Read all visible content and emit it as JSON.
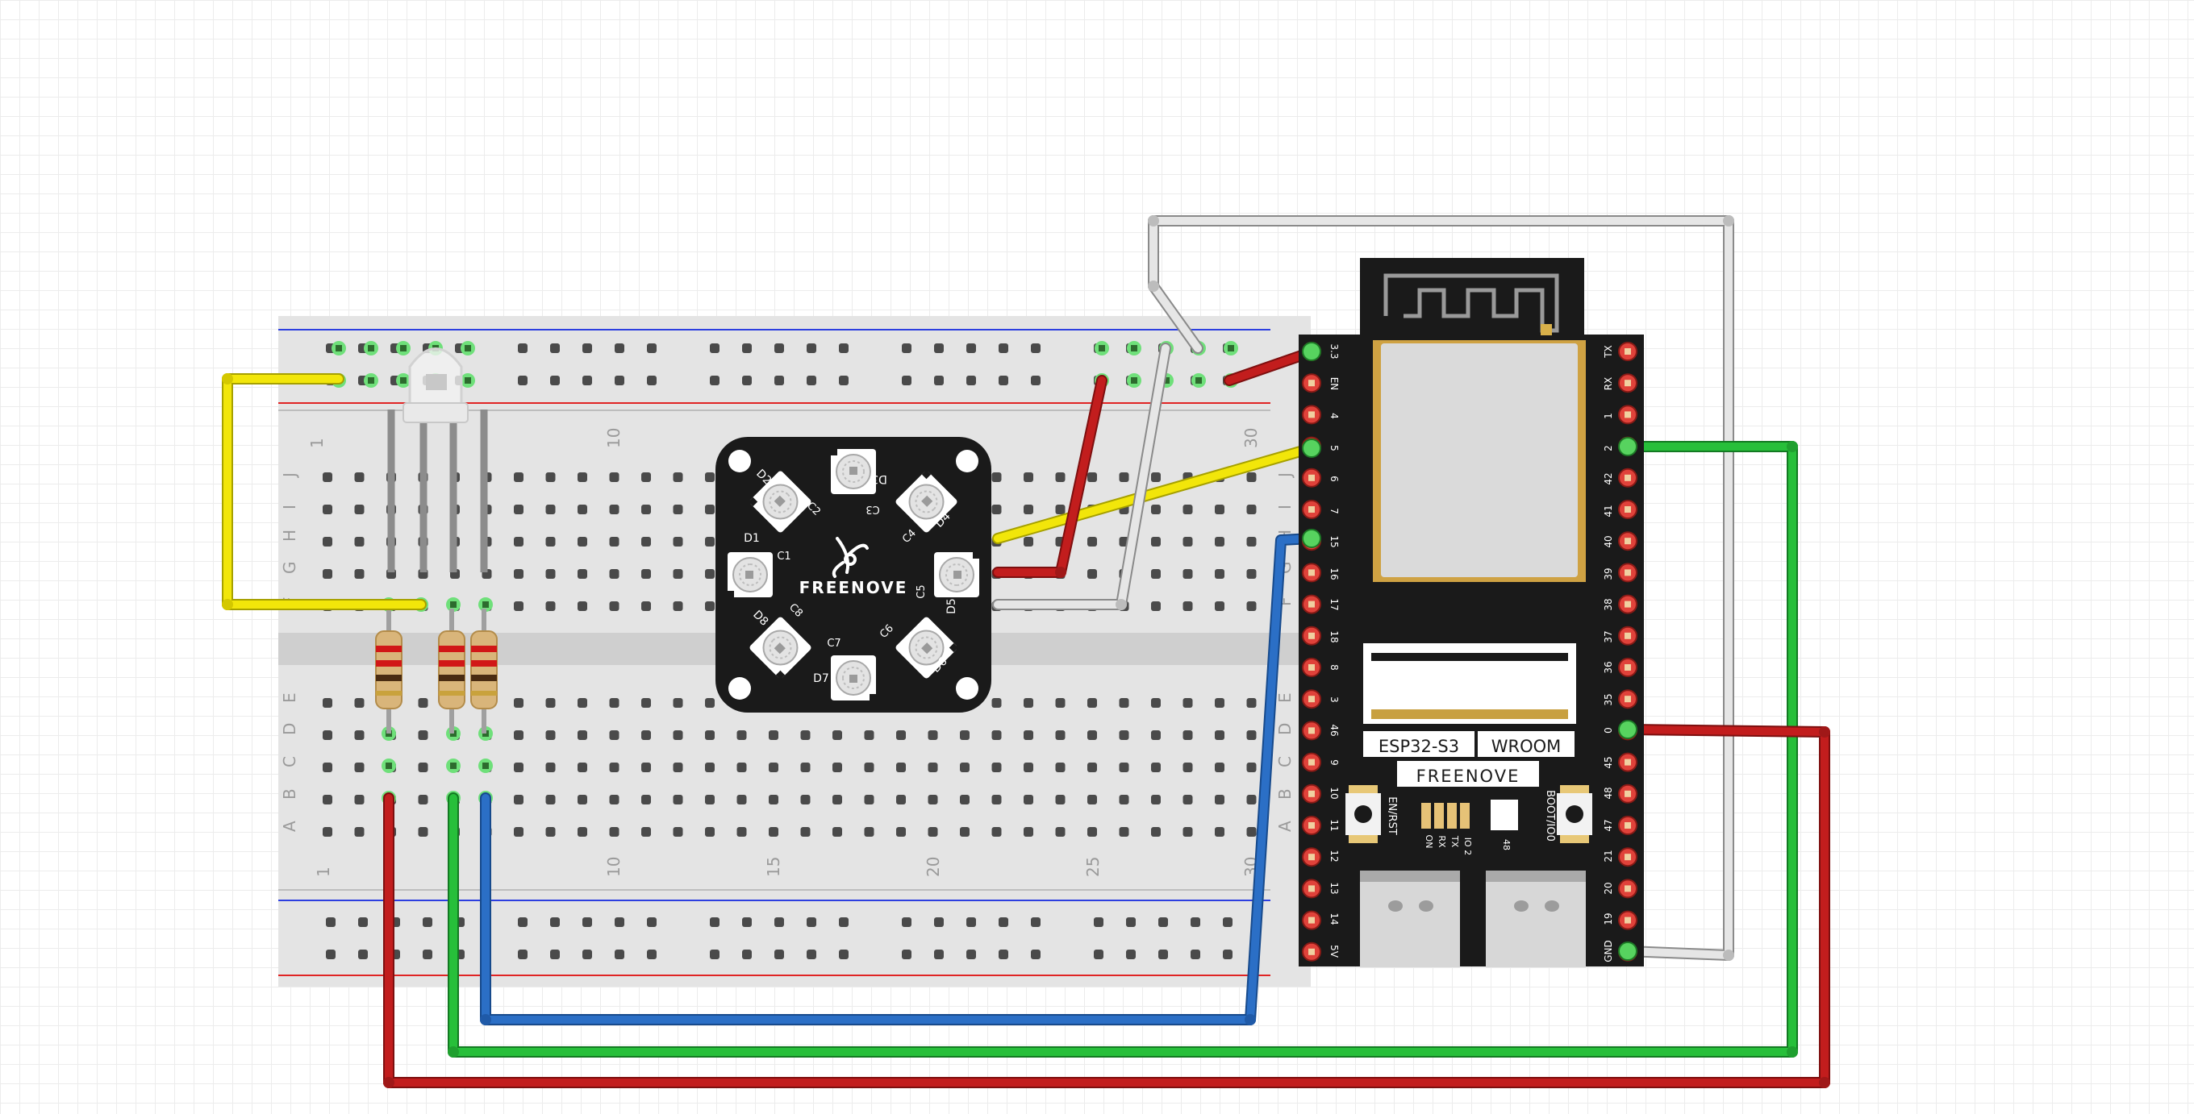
{
  "breadboard": {
    "columns_top": [
      "1",
      "10",
      "",
      "",
      "",
      "",
      "",
      "30"
    ],
    "columns_bottom": [
      "1",
      "10",
      "15",
      "20",
      "25",
      "30"
    ],
    "rows_top": [
      "J",
      "I",
      "H",
      "G",
      "F"
    ],
    "rows_bottom": [
      "E",
      "D",
      "C",
      "B",
      "A"
    ]
  },
  "led_module": {
    "brand": "FREENOVE",
    "leds": [
      "D1",
      "D2",
      "D3",
      "D4",
      "D5",
      "D6",
      "D7",
      "D8"
    ],
    "caps": [
      "C1",
      "C2",
      "C3",
      "C4",
      "C5",
      "C6",
      "C7",
      "C8"
    ]
  },
  "esp32": {
    "chip_label": "ESP32-S3",
    "module_label": "WROOM",
    "brand": "FREENOVE",
    "left_pins": [
      "3.3",
      "EN",
      "4",
      "5",
      "6",
      "7",
      "15",
      "16",
      "17",
      "18",
      "8",
      "3",
      "46",
      "9",
      "10",
      "11",
      "12",
      "13",
      "14",
      "5V"
    ],
    "right_pins": [
      "TX",
      "RX",
      "1",
      "2",
      "42",
      "41",
      "40",
      "39",
      "38",
      "37",
      "36",
      "35",
      "0",
      "45",
      "48",
      "47",
      "21",
      "20",
      "19",
      "GND"
    ],
    "button_left": "EN/RST",
    "button_right": "BOOT/IO0",
    "led_labels": [
      "ON",
      "RX",
      "TX",
      "IO 2",
      "48"
    ]
  },
  "colors": {
    "red": "#c21d1d",
    "green": "#27bf3a",
    "blue": "#2b6fc6",
    "yellow": "#f2e60a",
    "white": "#e6e6e6",
    "board": "#1a1a1a",
    "breadboard": "#e4e4e4"
  }
}
